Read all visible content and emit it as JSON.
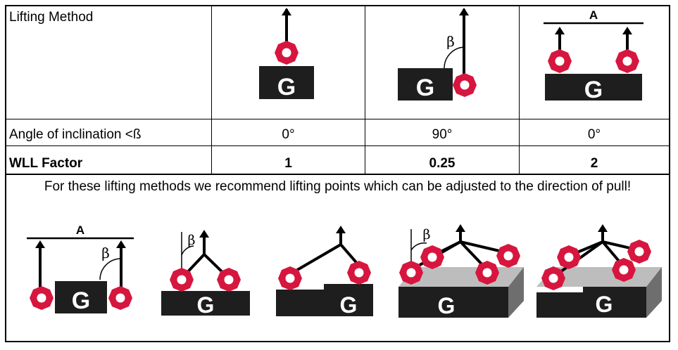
{
  "table": {
    "row_labels": {
      "method": "Lifting Method",
      "angle": "Angle of inclination <ß",
      "wll": "WLL Factor"
    },
    "columns": [
      {
        "angle": "0°",
        "wll": "1"
      },
      {
        "angle": "90°",
        "wll": "0.25"
      },
      {
        "angle": "0°",
        "wll": "2"
      }
    ]
  },
  "recommendation": "For these lifting methods we recommend lifting points which can be adjusted to the direction of pull!",
  "diagram_labels": {
    "load": "G",
    "angle_symbol": "β",
    "span": "A"
  },
  "colors": {
    "eye": "#d6163e",
    "load": "#1e1e1e",
    "platform_light": "#bdbdbd",
    "platform_dark": "#6e6e6e"
  }
}
